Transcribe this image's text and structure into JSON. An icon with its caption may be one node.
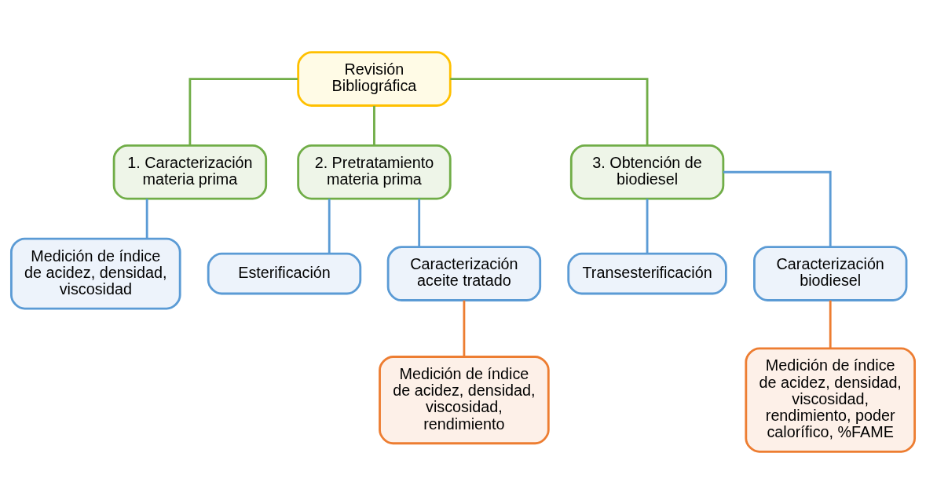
{
  "diagram": {
    "nodes": [
      {
        "text": [
          "Revisión Bibliográfica"
        ]
      },
      {
        "text": [
          "1. Caracterización materia prima"
        ]
      },
      {
        "text": [
          "2. Pretratamiento materia prima"
        ]
      },
      {
        "text": [
          "3. Obtención de biodiesel"
        ]
      },
      {
        "text": [
          "Medición de índice de acidez, densidad, viscosidad"
        ]
      },
      {
        "text": [
          "Esterificación"
        ]
      },
      {
        "text": [
          "Caracterización aceite tratado"
        ]
      },
      {
        "text": [
          "Transesterificación"
        ]
      },
      {
        "text": [
          "Caracterización biodiesel"
        ]
      },
      {
        "text": [
          "Medición de índice de acidez, densidad, viscosidad, rendimiento"
        ]
      },
      {
        "text": [
          "Medición de índice de acidez, densidad, viscosidad, rendimiento, poder calorífico, %FAME"
        ]
      }
    ],
    "edges": [
      {
        "from": 0,
        "to": 1,
        "arrow": "none",
        "color": "#70ad47"
      },
      {
        "from": 0,
        "to": 2,
        "arrow": "none",
        "color": "#70ad47"
      },
      {
        "from": 0,
        "to": 3,
        "arrow": "none",
        "color": "#70ad47"
      },
      {
        "from": 1,
        "to": 4,
        "arrow": "none"
      },
      {
        "from": 2,
        "to": 5,
        "arrow": "none"
      },
      {
        "from": 2,
        "to": 6,
        "arrow": "none"
      },
      {
        "from": 3,
        "to": 7,
        "arrow": "none"
      },
      {
        "from": 3,
        "to": 8,
        "arrow": "none"
      },
      {
        "from": 6,
        "to": 9,
        "arrow": "none",
        "color": "#ed7d31"
      },
      {
        "from": 8,
        "to": 10,
        "arrow": "none",
        "color": "#ed7d31"
      }
    ]
  }
}
